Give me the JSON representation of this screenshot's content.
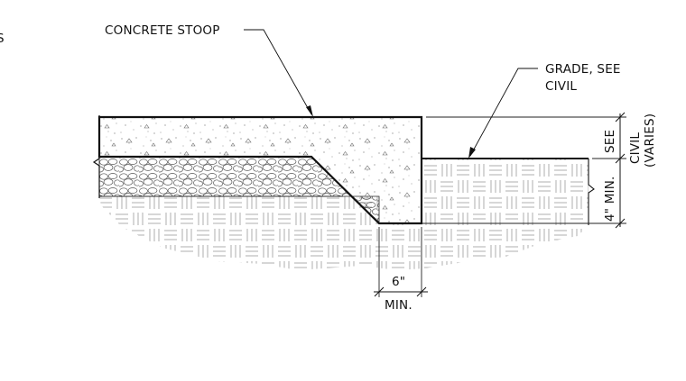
{
  "sheet_fragment": "S",
  "callouts": {
    "concrete_stoop": "CONCRETE STOOP",
    "grade_line1": "GRADE, SEE",
    "grade_line2": "CIVIL"
  },
  "dimensions": {
    "see_civil_line1": "SEE",
    "see_civil_line2": "CIVIL",
    "see_civil_line3": "(VARIES)",
    "depth_min": "4\" MIN.",
    "width_value": "6\"",
    "width_min": "MIN."
  },
  "materials": [
    "concrete",
    "gravel",
    "compacted-soil"
  ]
}
